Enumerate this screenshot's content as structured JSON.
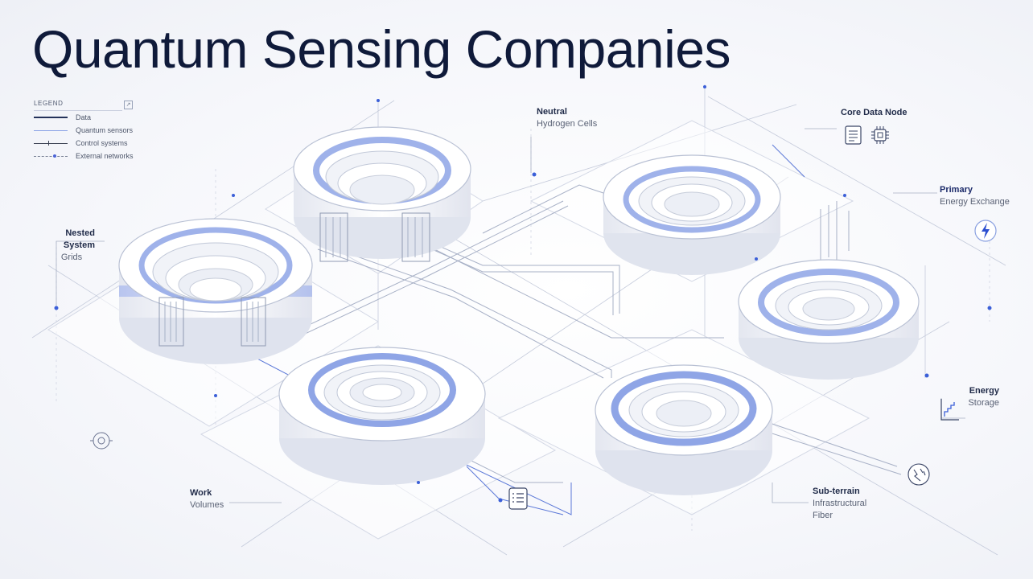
{
  "title": "Quantum Sensing Companies",
  "legend": {
    "heading": "LEGEND",
    "items": [
      {
        "label": "Data"
      },
      {
        "label": "Quantum sensors"
      },
      {
        "label": "Control systems"
      },
      {
        "label": "External networks"
      }
    ]
  },
  "labels": {
    "neutral": {
      "line1": "Neutral",
      "line2": "Hydrogen Cells"
    },
    "core_data_node": {
      "line1": "Core Data Node"
    },
    "primary": {
      "line1": "Primary",
      "line2": "Energy Exchange"
    },
    "nested_system": {
      "line1": "Nested System",
      "line2": "Grids"
    },
    "energy": {
      "line1": "Energy",
      "line2": "Storage"
    },
    "work": {
      "line1": "Work",
      "line2": "Volumes"
    },
    "sub_terrain": {
      "line1": "Sub-terrain",
      "line2": "Infrastructural",
      "line3": "Fiber"
    }
  },
  "colors": {
    "accent": "#7f9ae6",
    "accent_dark": "#2c4fd0",
    "ink": "#0f1a3a",
    "line": "#b6bfd3"
  },
  "icons": [
    "expand-icon",
    "document-icon",
    "chip-icon",
    "lightning-icon",
    "storage-chart-icon",
    "target-icon",
    "signal-icon",
    "list-icon"
  ]
}
